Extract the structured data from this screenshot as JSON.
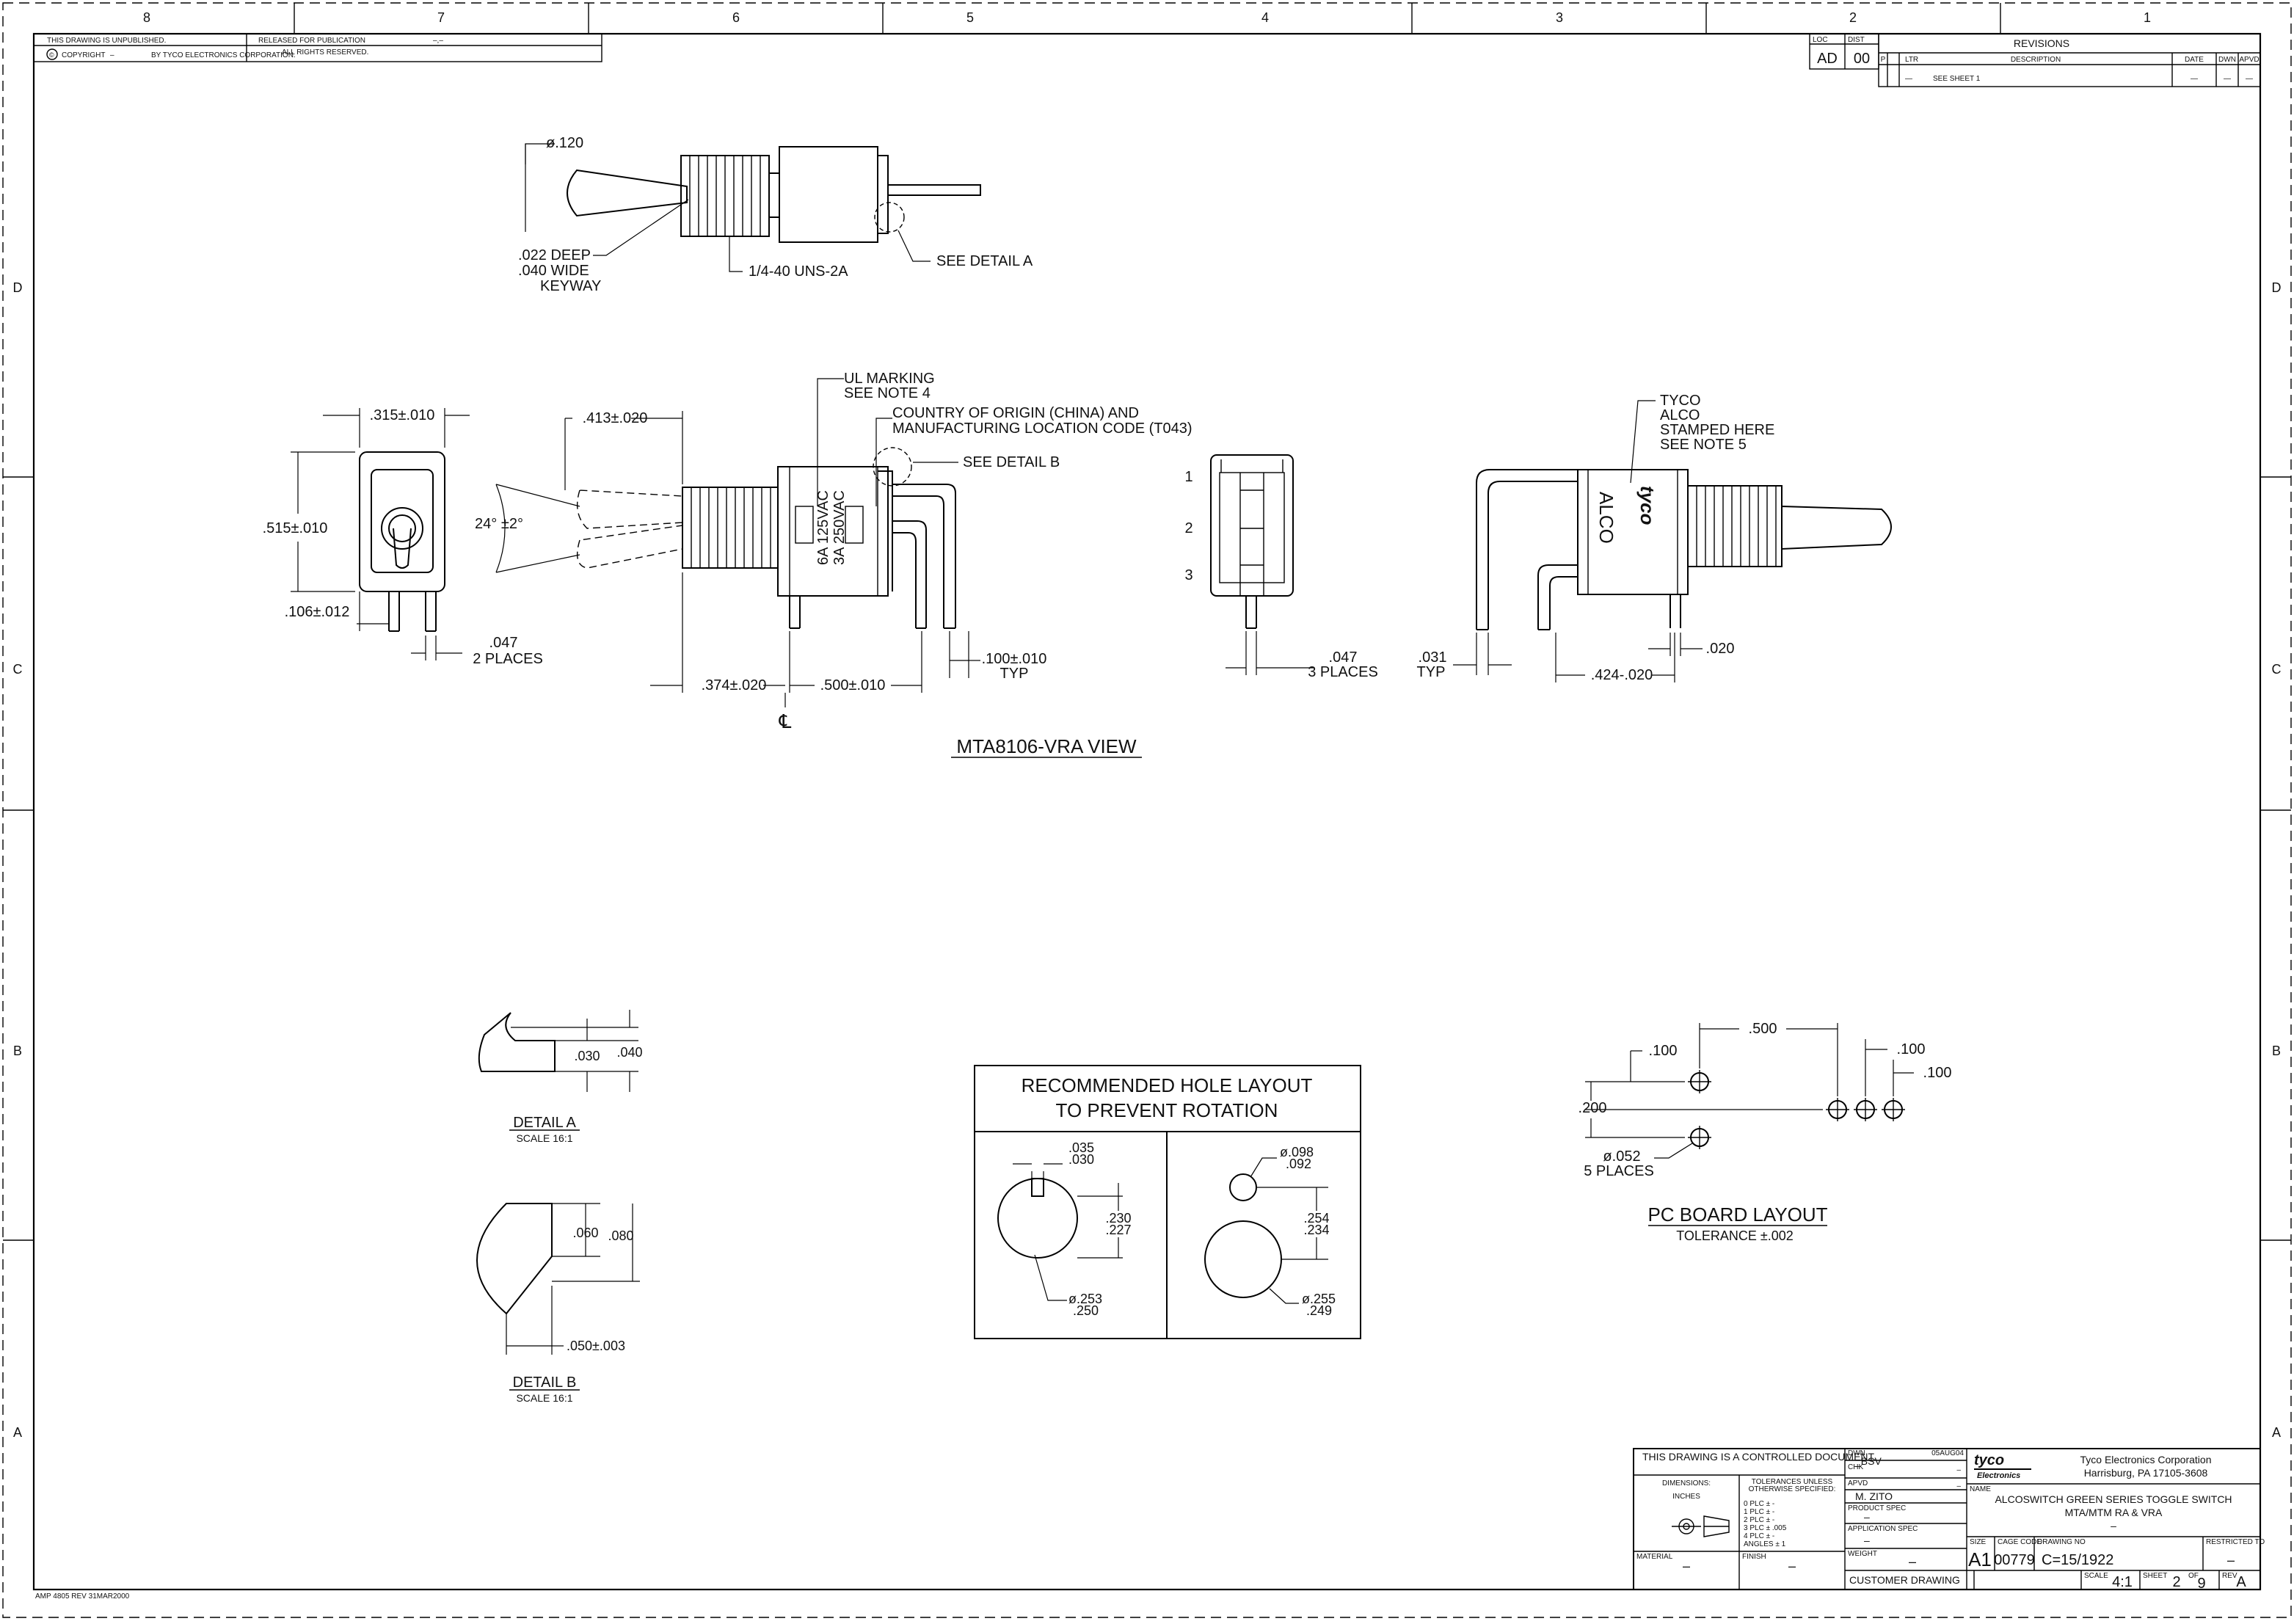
{
  "border": {
    "top_zones": [
      "8",
      "7",
      "6",
      "5",
      "4",
      "3",
      "2",
      "1"
    ],
    "left_zones": [
      "D",
      "C",
      "B",
      "A"
    ],
    "right_zones": [
      "D",
      "C",
      "B",
      "A"
    ],
    "note_unpublished": "THIS DRAWING IS UNPUBLISHED.",
    "released": "RELEASED FOR PUBLICATION",
    "copyright": "COPYRIGHT",
    "copyright_dash": "–",
    "by_corp": "BY TYCO ELECTRONICS CORPORATION.",
    "all_rights": "ALL RIGHTS RESERVED.",
    "zone7_mark": "–,–",
    "copyright_symbol": "©",
    "form_id": "AMP 4805 REV 31MAR2000"
  },
  "revisions": {
    "loc_label": "LOC",
    "loc_value": "AD",
    "dist_label": "DIST",
    "dist_value": "00",
    "title": "REVISIONS",
    "col_p": "P",
    "col_ltr": "LTR",
    "col_desc": "DESCRIPTION",
    "col_date": "DATE",
    "col_dwn": "DWN",
    "col_apvd": "APVD",
    "row_ltr": "—",
    "row_desc": "SEE SHEET 1",
    "row_date": "—",
    "row_dwn": "—",
    "row_apvd": "—"
  },
  "top_view": {
    "dia": "ø.120",
    "keyway_1": ".022 DEEP",
    "keyway_2": ".040 WIDE",
    "keyway_3": "KEYWAY",
    "thread": "1/4-40 UNS-2A",
    "see_detail_a": "SEE DETAIL A"
  },
  "front_view": {
    "width": ".315±.010",
    "height": ".515±.010",
    "pin_off": ".106±.012",
    "pin_w": ".047",
    "pin_places": "2 PLACES"
  },
  "side_view": {
    "lever_h": ".413±.020",
    "angle": "24° ±2°",
    "ul_1": "UL MARKING",
    "ul_2": "SEE NOTE 4",
    "coo_1": "COUNTRY OF ORIGIN (CHINA) AND",
    "coo_2": "MANUFACTURING LOCATION CODE (T043)",
    "see_detail_b": "SEE DETAIL B",
    "rating_1": "6A 125VAC",
    "rating_2": "3A 250VAC",
    "dim_374": ".374±.020",
    "dim_500": ".500±.010",
    "dim_100": ".100±.010",
    "typ": "TYP",
    "cl": "℄",
    "view_title": "MTA8106-VRA VIEW"
  },
  "end_view": {
    "pin1": "1",
    "pin2": "2",
    "pin3": "3",
    "pin_w": ".047",
    "places": "3 PLACES"
  },
  "rear_view": {
    "tyco_1": "TYCO",
    "tyco_2": "ALCO",
    "tyco_3": "STAMPED HERE",
    "tyco_4": "SEE NOTE 5",
    "logo": "tyco",
    "alco": "ALCO",
    "dim_031": ".031",
    "typ": "TYP",
    "dim_424": ".424-.020",
    "dim_020": ".020"
  },
  "detail_a": {
    "d030": ".030",
    "d040": ".040",
    "title": "DETAIL A",
    "scale": "SCALE 16:1"
  },
  "detail_b": {
    "d060": ".060",
    "d080": ".080",
    "d050": ".050±.003",
    "title": "DETAIL B",
    "scale": "SCALE 16:1"
  },
  "hole_layout": {
    "title_1": "RECOMMENDED HOLE LAYOUT",
    "title_2": "TO PREVENT ROTATION",
    "l_035": ".035",
    "l_030": ".030",
    "l_230": ".230",
    "l_227": ".227",
    "l_253": "ø.253",
    "l_250": ".250",
    "r_098": "ø.098",
    "r_092": ".092",
    "r_254": ".254",
    "r_234": ".234",
    "r_255": "ø.255",
    "r_249": ".249"
  },
  "pcb": {
    "d500": ".500",
    "d100a": ".100",
    "d100b": ".100",
    "d100c": ".100",
    "d200": ".200",
    "dia": "ø.052",
    "places": "5 PLACES",
    "title": "PC BOARD LAYOUT",
    "tol": "TOLERANCE ±.002"
  },
  "title_block": {
    "controlled": "THIS DRAWING IS A CONTROLLED DOCUMENT.",
    "dwn_label": "DWN",
    "dwn_date": "05AUG04",
    "dwn_name": "_BSV",
    "chk_label": "CHK",
    "chk_val": "–",
    "apvd_label": "APVD",
    "apvd_val": "–",
    "apvd_name": "M. ZITO",
    "product_spec": "PRODUCT SPEC",
    "product_val": "–",
    "app_spec": "APPLICATION SPEC",
    "app_val": "–",
    "weight": "WEIGHT",
    "weight_val": "–",
    "dimensions": "DIMENSIONS:",
    "inches": "INCHES",
    "tol_title_1": "TOLERANCES UNLESS",
    "tol_title_2": "OTHERWISE SPECIFIED:",
    "tol_0plc": "0 PLC ± -",
    "tol_1plc": "1 PLC ± -",
    "tol_2plc": "2 PLC ± -",
    "tol_3plc": "3 PLC ± .005",
    "tol_4plc": "4 PLC ± -",
    "tol_angles": "ANGLES ± 1",
    "material": "MATERIAL",
    "material_val": "–",
    "finish": "FINISH",
    "finish_val": "–",
    "logo_1": "tyco",
    "logo_2": "Electronics",
    "company": "Tyco Electronics Corporation",
    "address": "Harrisburg, PA 17105-3608",
    "name_label": "NAME",
    "name_1": "ALCOSWITCH GREEN SERIES TOGGLE SWITCH",
    "name_2": "MTA/MTM RA & VRA",
    "name_3": "–",
    "size_label": "SIZE",
    "size_val": "A1",
    "cage_label": "CAGE CODE",
    "cage_val": "00779",
    "dwg_label": "DRAWING NO",
    "dwg_val": "C=15/1922",
    "restricted": "RESTRICTED TO",
    "restricted_val": "–",
    "customer": "CUSTOMER DRAWING",
    "scale_label": "SCALE",
    "scale_val": "4:1",
    "sheet_label": "SHEET",
    "sheet_val": "2",
    "of_label": "OF",
    "of_val": "9",
    "rev_label": "REV",
    "rev_val": "A"
  }
}
